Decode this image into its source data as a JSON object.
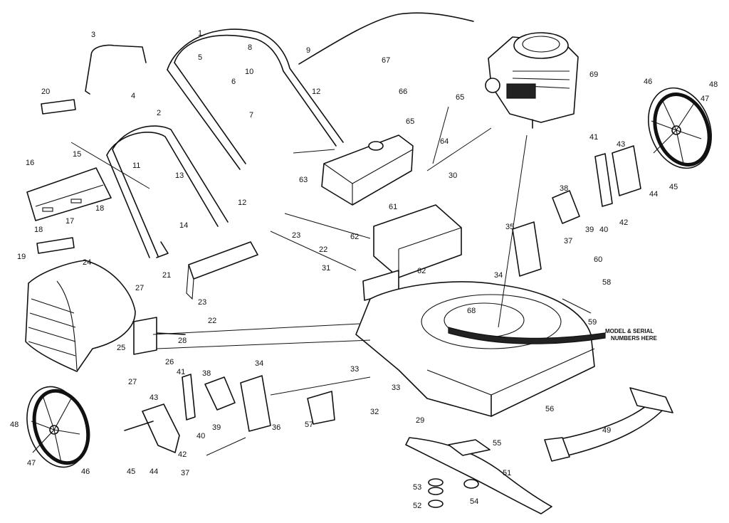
{
  "diagram": {
    "note": {
      "line1": "MODEL & SERIAL",
      "line2": "NUMBERS HERE"
    },
    "callouts": [
      {
        "id": "c1",
        "text": "1"
      },
      {
        "id": "c2",
        "text": "2"
      },
      {
        "id": "c3",
        "text": "3"
      },
      {
        "id": "c4",
        "text": "4"
      },
      {
        "id": "c5",
        "text": "5"
      },
      {
        "id": "c6",
        "text": "6"
      },
      {
        "id": "c7",
        "text": "7"
      },
      {
        "id": "c8",
        "text": "8"
      },
      {
        "id": "c9",
        "text": "9"
      },
      {
        "id": "c10",
        "text": "10"
      },
      {
        "id": "c11",
        "text": "11"
      },
      {
        "id": "c12a",
        "text": "12"
      },
      {
        "id": "c12b",
        "text": "12"
      },
      {
        "id": "c13",
        "text": "13"
      },
      {
        "id": "c14",
        "text": "14"
      },
      {
        "id": "c15",
        "text": "15"
      },
      {
        "id": "c16",
        "text": "16"
      },
      {
        "id": "c17",
        "text": "17"
      },
      {
        "id": "c18a",
        "text": "18"
      },
      {
        "id": "c18b",
        "text": "18"
      },
      {
        "id": "c19",
        "text": "19"
      },
      {
        "id": "c20",
        "text": "20"
      },
      {
        "id": "c21",
        "text": "21"
      },
      {
        "id": "c22a",
        "text": "22"
      },
      {
        "id": "c22b",
        "text": "22"
      },
      {
        "id": "c23a",
        "text": "23"
      },
      {
        "id": "c23b",
        "text": "23"
      },
      {
        "id": "c24",
        "text": "24"
      },
      {
        "id": "c25",
        "text": "25"
      },
      {
        "id": "c26",
        "text": "26"
      },
      {
        "id": "c27a",
        "text": "27"
      },
      {
        "id": "c27b",
        "text": "27"
      },
      {
        "id": "c28",
        "text": "28"
      },
      {
        "id": "c29",
        "text": "29"
      },
      {
        "id": "c30",
        "text": "30"
      },
      {
        "id": "c31",
        "text": "31"
      },
      {
        "id": "c32",
        "text": "32"
      },
      {
        "id": "c33a",
        "text": "33"
      },
      {
        "id": "c33b",
        "text": "33"
      },
      {
        "id": "c34a",
        "text": "34"
      },
      {
        "id": "c34b",
        "text": "34"
      },
      {
        "id": "c35",
        "text": "35"
      },
      {
        "id": "c36",
        "text": "36"
      },
      {
        "id": "c37a",
        "text": "37"
      },
      {
        "id": "c37b",
        "text": "37"
      },
      {
        "id": "c38a",
        "text": "38"
      },
      {
        "id": "c38b",
        "text": "38"
      },
      {
        "id": "c39a",
        "text": "39"
      },
      {
        "id": "c39b",
        "text": "39"
      },
      {
        "id": "c40a",
        "text": "40"
      },
      {
        "id": "c40b",
        "text": "40"
      },
      {
        "id": "c41a",
        "text": "41"
      },
      {
        "id": "c41b",
        "text": "41"
      },
      {
        "id": "c42a",
        "text": "42"
      },
      {
        "id": "c42b",
        "text": "42"
      },
      {
        "id": "c43a",
        "text": "43"
      },
      {
        "id": "c43b",
        "text": "43"
      },
      {
        "id": "c44a",
        "text": "44"
      },
      {
        "id": "c44b",
        "text": "44"
      },
      {
        "id": "c45a",
        "text": "45"
      },
      {
        "id": "c45b",
        "text": "45"
      },
      {
        "id": "c46a",
        "text": "46"
      },
      {
        "id": "c46b",
        "text": "46"
      },
      {
        "id": "c47a",
        "text": "47"
      },
      {
        "id": "c47b",
        "text": "47"
      },
      {
        "id": "c48a",
        "text": "48"
      },
      {
        "id": "c48b",
        "text": "48"
      },
      {
        "id": "c49",
        "text": "49"
      },
      {
        "id": "c51",
        "text": "51"
      },
      {
        "id": "c52",
        "text": "52"
      },
      {
        "id": "c53",
        "text": "53"
      },
      {
        "id": "c54",
        "text": "54"
      },
      {
        "id": "c55",
        "text": "55"
      },
      {
        "id": "c56",
        "text": "56"
      },
      {
        "id": "c57",
        "text": "57"
      },
      {
        "id": "c58",
        "text": "58"
      },
      {
        "id": "c59",
        "text": "59"
      },
      {
        "id": "c60",
        "text": "60"
      },
      {
        "id": "c61",
        "text": "61"
      },
      {
        "id": "c62a",
        "text": "62"
      },
      {
        "id": "c62b",
        "text": "62"
      },
      {
        "id": "c63",
        "text": "63"
      },
      {
        "id": "c64",
        "text": "64"
      },
      {
        "id": "c65a",
        "text": "65"
      },
      {
        "id": "c65b",
        "text": "65"
      },
      {
        "id": "c66",
        "text": "66"
      },
      {
        "id": "c67",
        "text": "67"
      },
      {
        "id": "c68",
        "text": "68"
      },
      {
        "id": "c69",
        "text": "69"
      }
    ]
  }
}
